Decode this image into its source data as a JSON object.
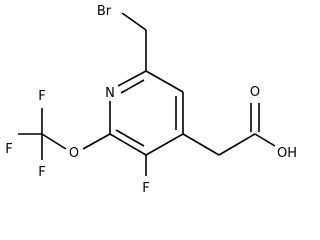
{
  "structure": {
    "atoms": {
      "bromine": "Br",
      "ring_nitrogen": "N",
      "ring_fluorine": "F",
      "ether_oxygen": "O",
      "cf3_fluorine_top": "F",
      "cf3_fluorine_left": "F",
      "cf3_fluorine_bottom": "F",
      "carbonyl_oxygen": "O",
      "hydroxyl": "OH"
    },
    "colors": {
      "bond": "#000000",
      "label": "#000000",
      "background": "#ffffff"
    }
  }
}
